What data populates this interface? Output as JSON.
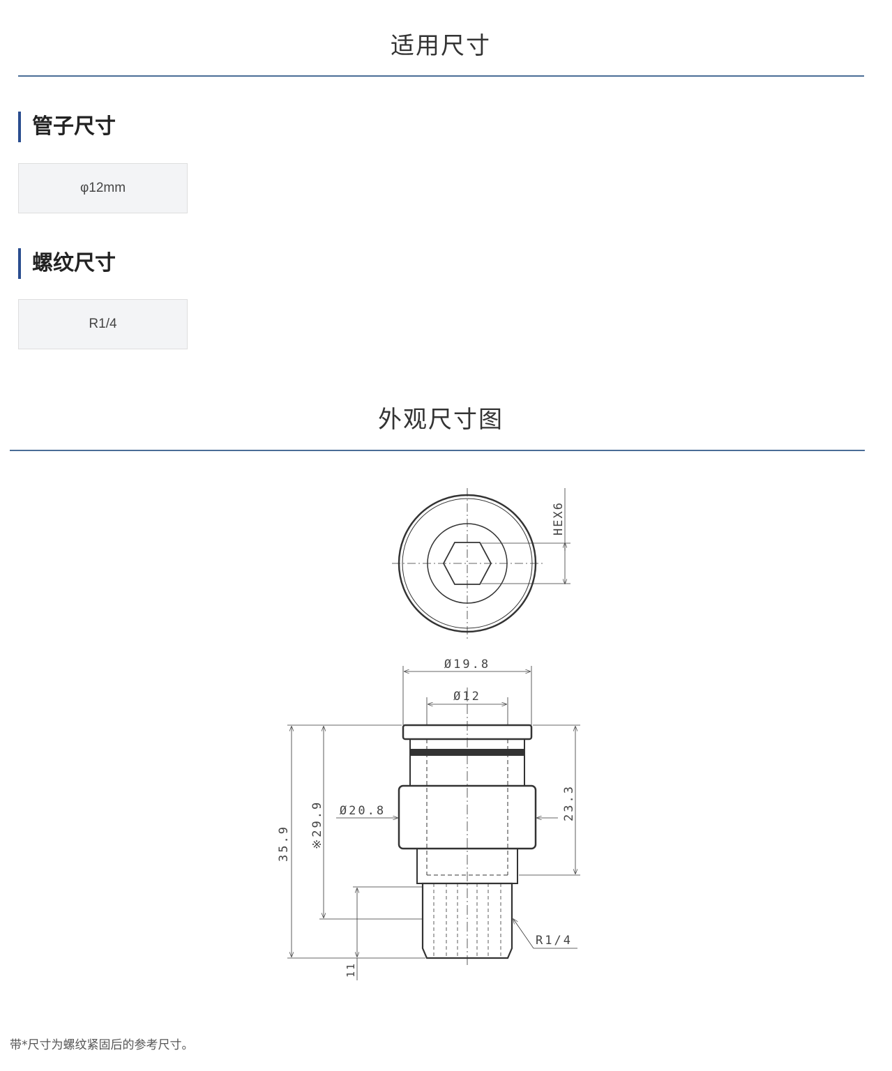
{
  "sections": {
    "applicable_size": {
      "title": "适用尺寸"
    },
    "dimension_drawing": {
      "title": "外观尺寸图"
    }
  },
  "tube_size": {
    "heading": "管子尺寸",
    "value": "φ12mm"
  },
  "thread_size": {
    "heading": "螺纹尺寸",
    "value": "R1/4"
  },
  "drawing": {
    "hex_label": "HEX6",
    "outer_diameter": "Ø19.8",
    "tube_diameter": "Ø12",
    "body_diameter": "Ø20.8",
    "total_length": "35.9",
    "ref_length": "※29.9",
    "body_height": "23.3",
    "thread_length": "11",
    "thread_label": "R1/4"
  },
  "footnote": "带*尺寸为螺纹紧固后的参考尺寸。",
  "colors": {
    "accent": "#2a4d8f",
    "divider": "#4a6d96",
    "box_bg": "#f3f4f6"
  }
}
